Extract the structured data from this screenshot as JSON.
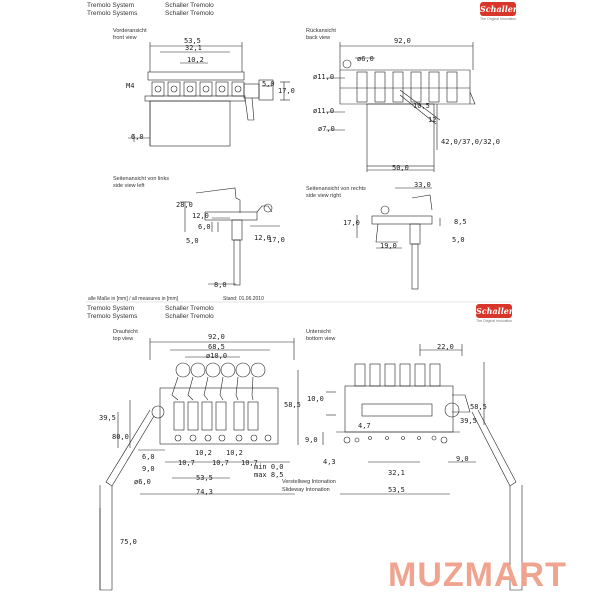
{
  "sheet1": {
    "title_de": "Tremolo System",
    "title_en": "Tremolo Systems",
    "brand_de": "Schaller Tremolo",
    "brand_en": "Schaller Tremolo",
    "logo_text": "Schaller",
    "tagline": "The Original Innovation",
    "front_view_de": "Vorderansicht",
    "front_view_en": "front view",
    "back_view_de": "Rückansicht",
    "back_view_en": "back view",
    "side_left_de": "Seitenansicht von links",
    "side_left_en": "side view left",
    "side_right_de": "Seitenansicht von rechts",
    "side_right_en": "side view right",
    "footer_units": "alle Maße in [mm] / all measures in [mm]",
    "footer_date": "Stand: 01.06.2010",
    "dims": {
      "d53_5": "53,5",
      "d32_1": "32,1",
      "d10_2": "10,2",
      "m4": "M4",
      "d5_0": "5,0",
      "d17_0": "17,0",
      "d6_0": "6,0",
      "d92_0": "92,0",
      "phi6": "ø6,0",
      "phi11a": "ø11,0",
      "phi11b": "ø11,0",
      "phi7": "ø7,0",
      "d42": "42,0/37,0/32,0",
      "d50": "50,0",
      "d10_5": "10,5",
      "d12": "12",
      "d28": "28,0",
      "d12_0": "12,0",
      "d6_0b": "6,0",
      "d5_0b": "5,0",
      "d12_0b": "12,0",
      "d17_0b": "17,0",
      "d8_0": "8,0",
      "d33": "33,0",
      "d17_0c": "17,0",
      "d8_5": "8,5",
      "d19": "19,0",
      "d5_0c": "5,0"
    }
  },
  "sheet2": {
    "title_de": "Tremolo System",
    "title_en": "Tremolo Systems",
    "brand_de": "Schaller Tremolo",
    "brand_en": "Schaller Tremolo",
    "logo_text": "Schaller",
    "tagline": "The Original Innovation",
    "top_view_de": "Draufsicht",
    "top_view_en": "top view",
    "bottom_view_de": "Untersicht",
    "bottom_view_en": "bottom view",
    "intonation_de": "Verstellweg Intonation",
    "intonation_en": "Slideway Intonation",
    "dims": {
      "d92": "92,0",
      "d68_5": "68,5",
      "phi10": "ø10,0",
      "d39_5": "39,5",
      "d80": "80,0",
      "d58_5": "58,5",
      "d6_0": "6,0",
      "d9_0": "9,0",
      "d10_7a": "10,7",
      "d10_7b": "10,7",
      "d10_2a": "10,2",
      "d10_2b": "10,2",
      "d10_7c": "10,7",
      "phi6": "ø6,0",
      "d53_5": "53,5",
      "d74_3": "74,3",
      "d75": "75,0",
      "min": "min 0,0",
      "max": "max 8,5",
      "d22": "22,0",
      "d10_0": "10,0",
      "d4_7": "4,7",
      "d9_0b": "9,0",
      "d4_3": "4,3",
      "d58_5b": "58,5",
      "d39_5b": "39,5",
      "d32_1": "32,1",
      "d9_0c": "9,0",
      "d53_5b": "53,5"
    }
  },
  "watermark": "MUZMART",
  "colors": {
    "logo_red": "#d8362b",
    "watermark": "#f0a48f",
    "line": "#222222"
  }
}
